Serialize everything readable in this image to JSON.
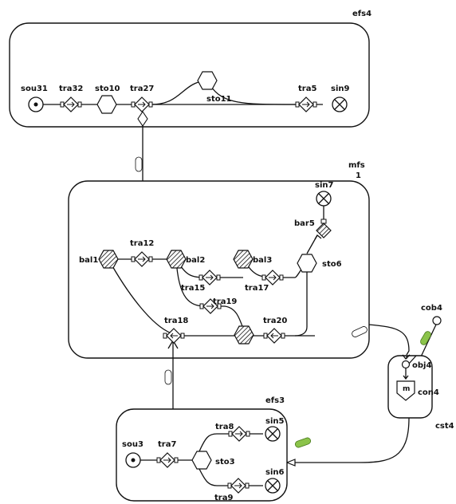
{
  "diagram": {
    "containers": {
      "efs4": "efs4",
      "mfs": "mfs",
      "mfs_num": "1",
      "efs3": "efs3",
      "cst4": "cst4"
    },
    "nodes": {
      "sou31": "sou31",
      "tra32": "tra32",
      "sto10": "sto10",
      "tra27": "tra27",
      "sto11": "sto11",
      "tra5": "tra5",
      "sin9": "sin9",
      "sin7": "sin7",
      "bar5": "bar5",
      "bal1": "bal1",
      "tra12": "tra12",
      "bal2": "bal2",
      "bal3": "bal3",
      "sto6": "sto6",
      "tra15": "tra15",
      "tra17": "tra17",
      "tra19": "tra19",
      "tra18": "tra18",
      "tra20": "tra20",
      "cob4": "cob4",
      "obj4": "obj4",
      "con4": "con4",
      "con4_letter": "m",
      "sou3": "sou3",
      "tra7": "tra7",
      "tra8": "tra8",
      "sin5": "sin5",
      "sto3": "sto3",
      "sin6": "sin6",
      "tra9": "tra9"
    },
    "colors": {
      "stroke": "#111111",
      "accent_pill": "#8bc34a"
    }
  }
}
